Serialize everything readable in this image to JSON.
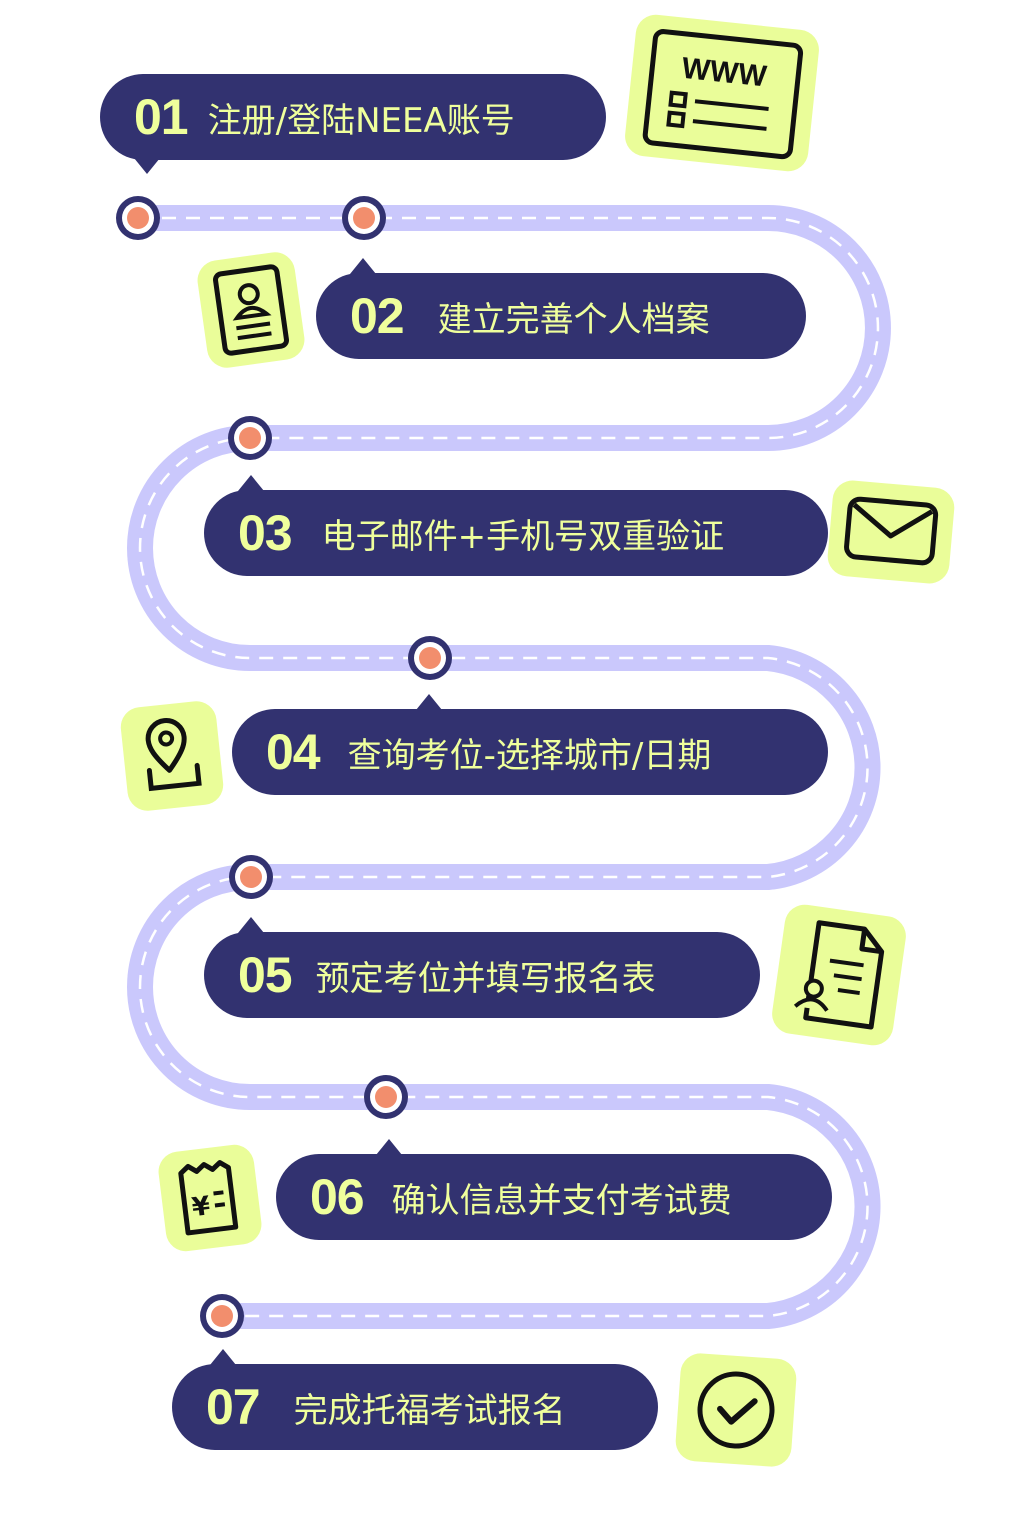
{
  "steps": [
    {
      "number": "01",
      "label": "注册/登陆NEEA账号",
      "icon": "website-icon"
    },
    {
      "number": "02",
      "label": "建立完善个人档案",
      "icon": "profile-card-icon"
    },
    {
      "number": "03",
      "label": "电子邮件+手机号双重验证",
      "icon": "envelope-icon"
    },
    {
      "number": "04",
      "label": "查询考位-选择城市/日期",
      "icon": "location-pin-icon"
    },
    {
      "number": "05",
      "label": "预定考位并填写报名表",
      "icon": "form-document-icon"
    },
    {
      "number": "06",
      "label": "确认信息并支付考试费",
      "icon": "receipt-yen-icon"
    },
    {
      "number": "07",
      "label": "完成托福考试报名",
      "icon": "check-circle-icon"
    }
  ],
  "icon_text": {
    "www": "WWW",
    "currency": "¥"
  },
  "colors": {
    "pill": "#323270",
    "text": "#efff9c",
    "badge": "#eafd99",
    "road": "#cac8fc",
    "dash": "#ffffff",
    "dot": "#f28e6d",
    "dot_ring": "#323270"
  }
}
